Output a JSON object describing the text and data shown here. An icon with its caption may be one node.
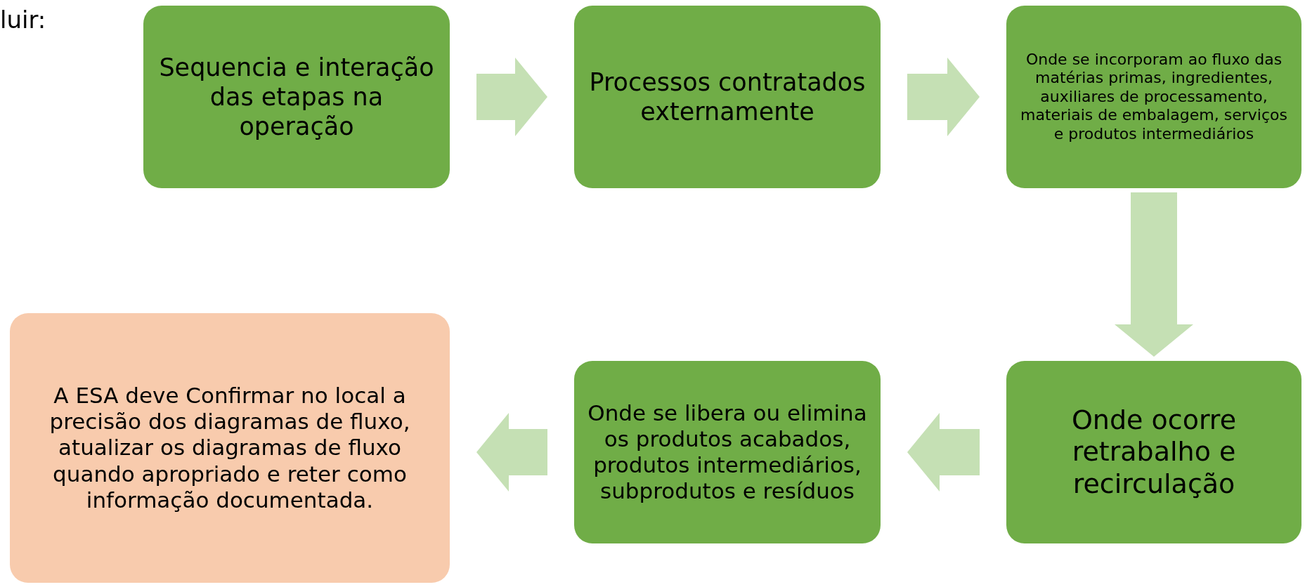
{
  "diagram": {
    "nodes": [
      {
        "text": [
          "Sequencia e interação das etapas na operação"
        ]
      },
      {
        "text": [
          "Processos contratados externamente"
        ]
      },
      {
        "text": [
          "Onde se incorporam ao fluxo das matérias primas, ingredientes, auxiliares de processamento, materiais de embalagem, serviços e produtos intermediários"
        ]
      },
      {
        "text": [
          "Onde ocorre retrabalho e recirculação"
        ]
      },
      {
        "text": [
          "Onde se libera ou elimina os produtos acabados, produtos intermediários, subprodutos e resíduos"
        ]
      },
      {
        "text": [
          "A ESA deve Confirmar no local a precisão dos diagramas de fluxo, atualizar os diagramas de fluxo quando apropriado e reter como informação documentada."
        ]
      }
    ],
    "edges": [
      {
        "from": 0,
        "to": 1,
        "arrow": "to"
      },
      {
        "from": 1,
        "to": 2,
        "arrow": "to"
      },
      {
        "from": 2,
        "to": 3,
        "arrow": "to"
      },
      {
        "from": 3,
        "to": 4,
        "arrow": "to"
      },
      {
        "from": 4,
        "to": 5,
        "arrow": "to"
      }
    ],
    "labels": [
      "luir:"
    ]
  }
}
